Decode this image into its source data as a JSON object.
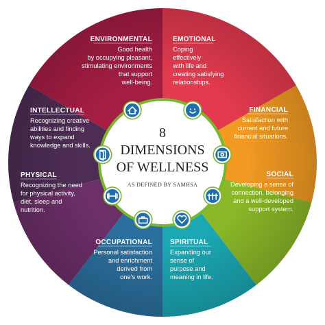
{
  "center": {
    "number": "8",
    "line1": "DIMENSIONS",
    "line2": "OF WELLNESS",
    "subtitle": "AS DEFINED BY SAMHSA"
  },
  "segments": [
    {
      "key": "environmental",
      "title": "ENVIRONMENTAL",
      "color": "#a51d43",
      "lines": [
        "Good health",
        "by occupying pleasant,",
        "stimulating environments",
        "that support",
        "well-being."
      ],
      "icon": "house-icon"
    },
    {
      "key": "emotional",
      "title": "EMOTIONAL",
      "color": "#e43a4f",
      "lines": [
        "Coping",
        "effectively",
        "with life and",
        "creating satisfying",
        "relationships."
      ],
      "icon": "smiley-face-icon"
    },
    {
      "key": "financial",
      "title": "FINANCIAL",
      "color": "#f29a22",
      "lines": [
        "Satisfaction with",
        "current and future",
        "financial situations."
      ],
      "icon": "money-icon"
    },
    {
      "key": "social",
      "title": "SOCIAL",
      "color": "#8bb828",
      "lines": [
        "Developing a sense of",
        "connection, belonging",
        "and a well-developed",
        "support system."
      ],
      "icon": "people-icon"
    },
    {
      "key": "spiritual",
      "title": "SPIRITUAL",
      "color": "#1ba7b3",
      "lines": [
        "Expanding our",
        "sense of",
        "purpose and",
        "meaning in life."
      ],
      "icon": "heart-icon"
    },
    {
      "key": "occupational",
      "title": "OCCUPATIONAL",
      "color": "#2b6f9e",
      "lines": [
        "Personal satisfaction",
        "and enrichment",
        "derived from",
        "one’s work."
      ],
      "icon": "briefcase-icon"
    },
    {
      "key": "physical",
      "title": "PHYSICAL",
      "color": "#6c2f68",
      "lines": [
        "Recognizing the need",
        "for physical activity,",
        "diet, sleep and",
        "nutrition."
      ],
      "icon": "dumbbell-icon"
    },
    {
      "key": "intellectual",
      "title": "INTELLECTUAL",
      "color": "#4e2d55",
      "lines": [
        "Recognizing creative",
        "abilities and finding",
        "ways to expand",
        "knowledge and skills."
      ],
      "icon": "open-door-icon"
    }
  ]
}
